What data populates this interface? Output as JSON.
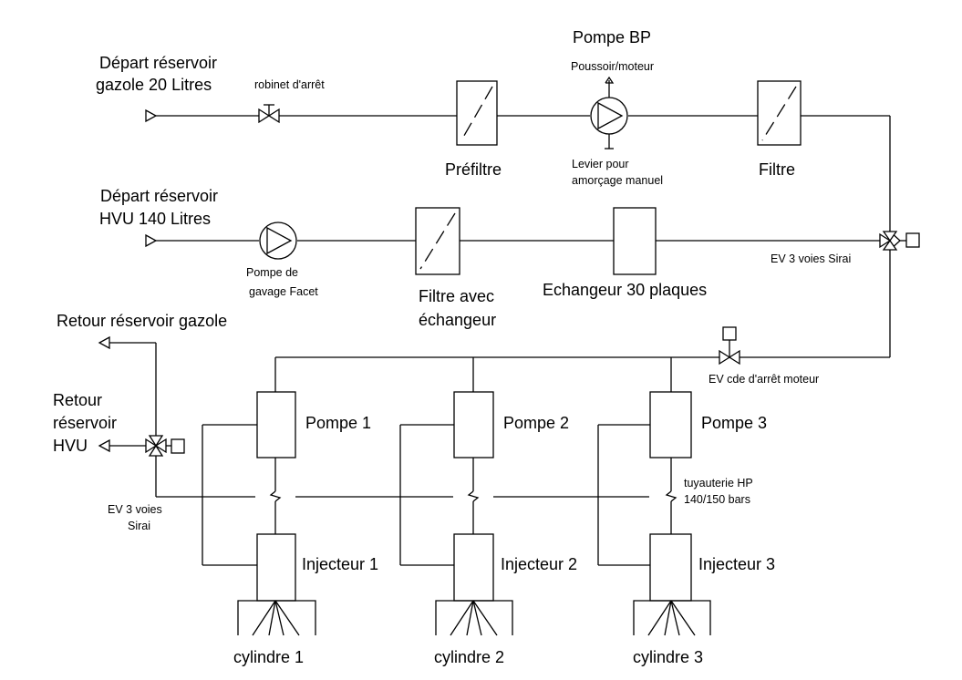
{
  "labels": {
    "depart_gazole_1": "Départ réservoir",
    "depart_gazole_2": "gazole 20 Litres",
    "robinet": "robinet d'arrêt",
    "pompe_bp": "Pompe BP",
    "poussoir": "Poussoir/moteur",
    "prefiltre": "Préfiltre",
    "levier_1": "Levier pour",
    "levier_2": "amorçage manuel",
    "filtre": "Filtre",
    "depart_hvu_1": "Départ réservoir",
    "depart_hvu_2": "HVU 140 Litres",
    "pompe_gavage_1": "Pompe de",
    "pompe_gavage_2": "gavage Facet",
    "filtre_echangeur_1": "Filtre avec",
    "filtre_echangeur_2": "échangeur",
    "echangeur": "Echangeur 30 plaques",
    "ev_3voies_sirai": "EV 3 voies Sirai",
    "retour_gazole": "Retour réservoir gazole",
    "retour_hvu_1": "Retour",
    "retour_hvu_2": "réservoir",
    "retour_hvu_3": "HVU",
    "ev_arret": "EV cde d'arrêt moteur",
    "ev_left_1": "EV 3 voies",
    "ev_left_2": "Sirai",
    "tuyauterie_1": "tuyauterie HP",
    "tuyauterie_2": "140/150 bars",
    "pompe_1": "Pompe 1",
    "pompe_2": "Pompe 2",
    "pompe_3": "Pompe 3",
    "injecteur_1": "Injecteur 1",
    "injecteur_2": "Injecteur 2",
    "injecteur_3": "Injecteur 3",
    "cylindre_1": "cylindre 1",
    "cylindre_2": "cylindre 2",
    "cylindre_3": "cylindre 3"
  }
}
